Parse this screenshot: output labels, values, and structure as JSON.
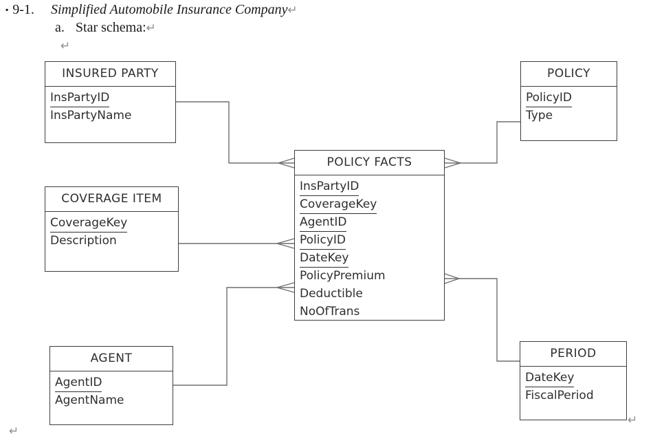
{
  "page": {
    "bullet": "▪",
    "item_number": "9-1.",
    "title": "Simplified Automobile Insurance Company",
    "list_label": "a.",
    "list_text": "Star schema:",
    "return_mark": "↵"
  },
  "colors": {
    "box_border": "#3d3d3d",
    "connector": "#6e6e6e",
    "text": "#2e2e2e",
    "return_mark": "#8f8f8f"
  },
  "diagram": {
    "entities": [
      {
        "name": "INSURED PARTY",
        "attributes": [
          {
            "name": "InsPartyID",
            "is_key": true
          },
          {
            "name": "InsPartyName",
            "is_key": false
          }
        ]
      },
      {
        "name": "POLICY",
        "attributes": [
          {
            "name": "PolicyID",
            "is_key": true
          },
          {
            "name": "Type",
            "is_key": false
          }
        ]
      },
      {
        "name": "COVERAGE ITEM",
        "attributes": [
          {
            "name": "CoverageKey",
            "is_key": true
          },
          {
            "name": "Description",
            "is_key": false
          }
        ]
      },
      {
        "name": "POLICY FACTS",
        "attributes": [
          {
            "name": "InsPartyID",
            "is_key": true
          },
          {
            "name": "CoverageKey",
            "is_key": true
          },
          {
            "name": "AgentID",
            "is_key": true
          },
          {
            "name": "PolicyID",
            "is_key": true
          },
          {
            "name": "DateKey",
            "is_key": true
          },
          {
            "name": "PolicyPremium",
            "is_key": false
          },
          {
            "name": "Deductible",
            "is_key": false
          },
          {
            "name": "NoOfTrans",
            "is_key": false
          }
        ]
      },
      {
        "name": "AGENT",
        "attributes": [
          {
            "name": "AgentID",
            "is_key": true
          },
          {
            "name": "AgentName",
            "is_key": false
          }
        ]
      },
      {
        "name": "PERIOD",
        "attributes": [
          {
            "name": "DateKey",
            "is_key": true
          },
          {
            "name": "FiscalPeriod",
            "is_key": false
          }
        ]
      }
    ],
    "relationships": [
      {
        "from": "INSURED PARTY",
        "to": "POLICY FACTS",
        "many_end_at": "POLICY FACTS"
      },
      {
        "from": "COVERAGE ITEM",
        "to": "POLICY FACTS",
        "many_end_at": "POLICY FACTS"
      },
      {
        "from": "AGENT",
        "to": "POLICY FACTS",
        "many_end_at": "POLICY FACTS"
      },
      {
        "from": "POLICY",
        "to": "POLICY FACTS",
        "many_end_at": "POLICY FACTS"
      },
      {
        "from": "PERIOD",
        "to": "POLICY FACTS",
        "many_end_at": "POLICY FACTS"
      }
    ]
  }
}
